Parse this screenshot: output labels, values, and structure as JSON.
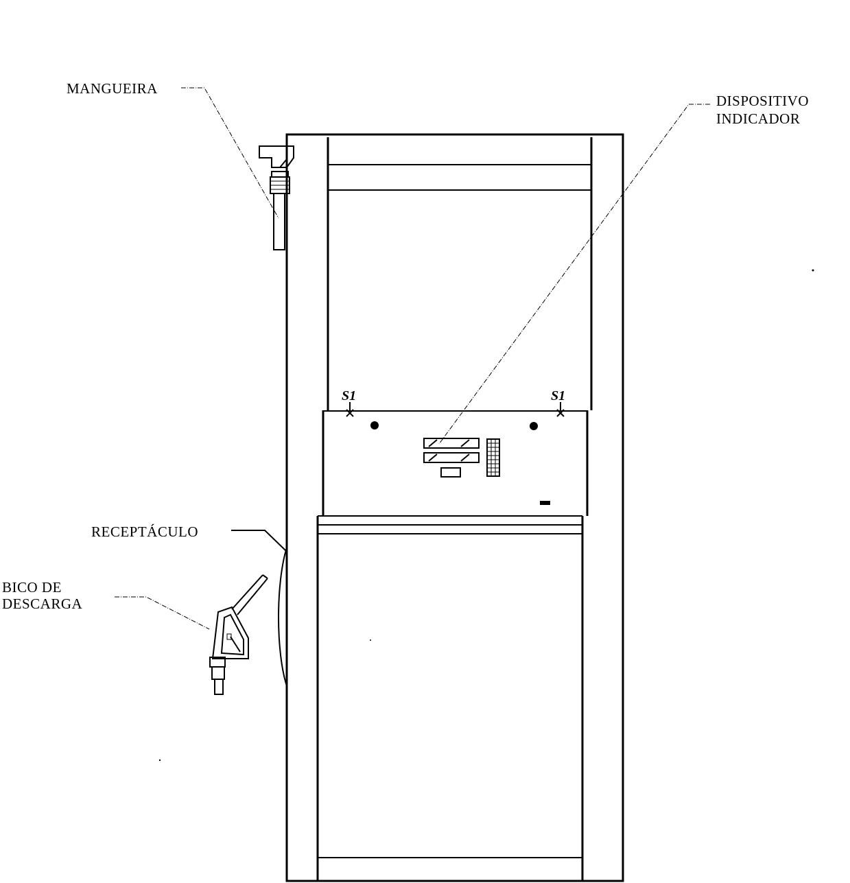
{
  "labels": {
    "hose": "MANGUEIRA",
    "indicator_line1": "DISPOSITIVO",
    "indicator_line2": "INDICADOR",
    "receptacle": "RECEPTÁCULO",
    "nozzle_line1": "BICO DE",
    "nozzle_line2": "DESCARGA"
  },
  "seals": {
    "left": "S1",
    "right": "S1"
  },
  "colors": {
    "ink": "#000000",
    "paper": "#ffffff"
  }
}
